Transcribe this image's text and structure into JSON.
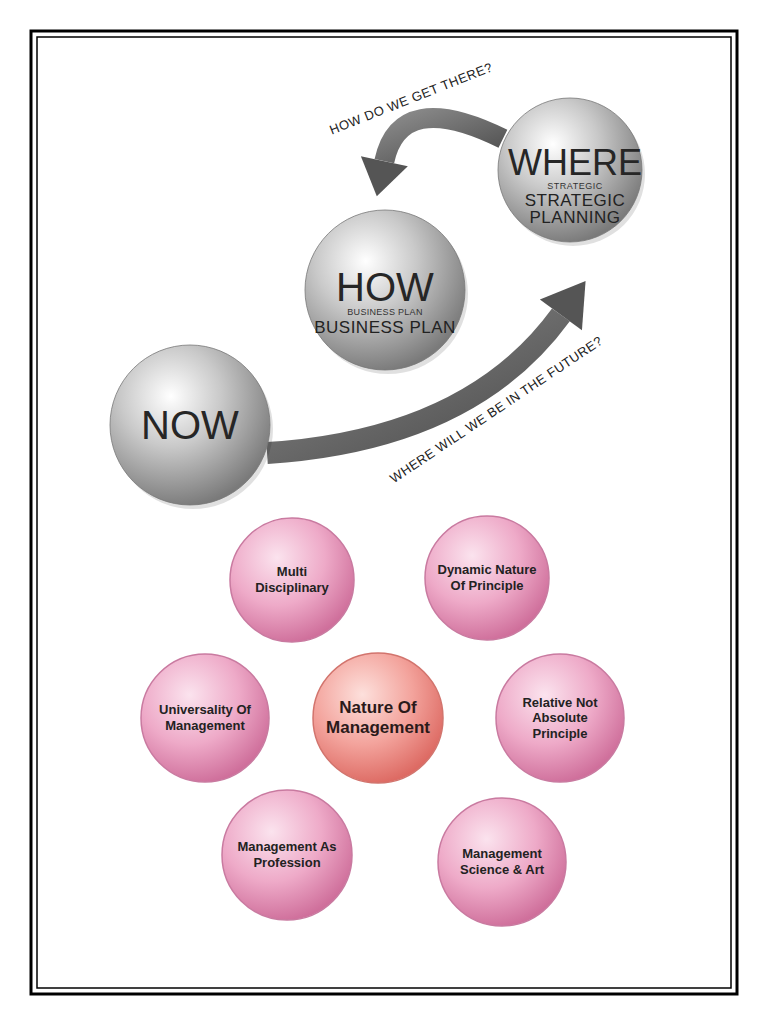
{
  "diagram": {
    "nodes": [
      {
        "text": [
          "WHERE",
          "STRATEGIC",
          "STRATEGIC PLANNING"
        ]
      },
      {
        "text": [
          "HOW",
          "BUSINESS PLAN",
          "BUSINESS PLAN"
        ]
      },
      {
        "text": [
          "NOW"
        ]
      },
      {
        "text": [
          "Multi Disciplinary"
        ]
      },
      {
        "text": [
          "Dynamic Nature Of Principle"
        ]
      },
      {
        "text": [
          "Universality Of Management"
        ]
      },
      {
        "text": [
          "Nature Of Management"
        ]
      },
      {
        "text": [
          "Relative Not Absolute Principle"
        ]
      },
      {
        "text": [
          "Management As Profession"
        ]
      },
      {
        "text": [
          "Management Science & Art"
        ]
      }
    ],
    "edges": [
      {
        "from": 2,
        "to": 0,
        "arrow": "to",
        "label": "WHERE WILL WE BE IN THE FUTURE?"
      },
      {
        "from": 0,
        "to": 1,
        "arrow": "to",
        "label": "HOW DO WE GET THERE?"
      }
    ]
  }
}
